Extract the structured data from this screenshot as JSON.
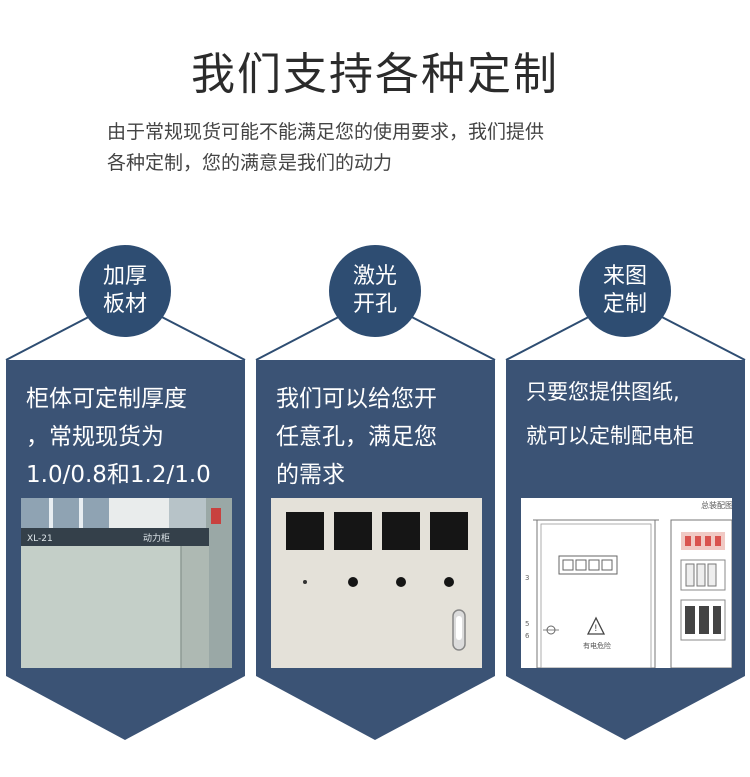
{
  "title": "我们支持各种定制",
  "subtitle": {
    "line1": "由于常规现货可能不能满足您的使用要求，我们提供",
    "line2": "各种定制，您的满意是我们的动力"
  },
  "cards": [
    {
      "badge_line1": "加厚",
      "badge_line2": "板材",
      "text_line1": "柜体可定制厚度",
      "text_line2": "，常规现货为",
      "text_line3": "1.0/0.8和1.2/1.0",
      "photo": {
        "tag_left": "XL-21",
        "tag_right": "动力柜"
      }
    },
    {
      "badge_line1": "激光",
      "badge_line2": "开孔",
      "text_line1": "我们可以给您开",
      "text_line2": "任意孔，满足您",
      "text_line3": "的需求"
    },
    {
      "badge_line1": "来图",
      "badge_line2": "定制",
      "text_line1": "只要您提供图纸,",
      "text_line2": "就可以定制配电柜",
      "text_line3": "",
      "drawing": {
        "header": "总装配图",
        "warning_label": "有电危险",
        "marks": [
          "3",
          "5",
          "6"
        ]
      }
    }
  ],
  "colors": {
    "navy": "#2e4d72",
    "panel": "#3b5375",
    "cabinet": "#c4cfc8",
    "door": "#e4e1d9"
  }
}
